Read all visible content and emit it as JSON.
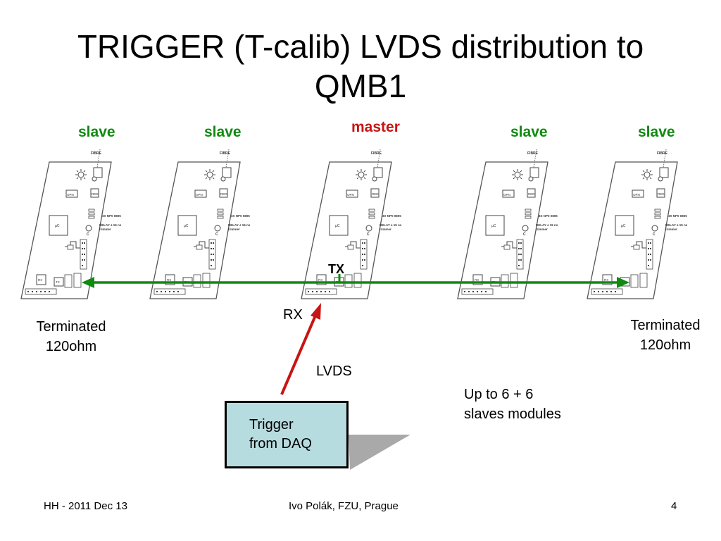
{
  "slide": {
    "title_line1": "TRIGGER (T-calib) LVDS distribution to",
    "title_line2": "QMB1"
  },
  "modules": [
    {
      "role": "slave",
      "color": "#108a10"
    },
    {
      "role": "slave",
      "color": "#108a10"
    },
    {
      "role": "master",
      "color": "#c81414"
    },
    {
      "role": "slave",
      "color": "#108a10"
    },
    {
      "role": "slave",
      "color": "#108a10"
    }
  ],
  "board_labels": {
    "fibre": "FIBRE",
    "opn": "OPN",
    "red": "RED",
    "npn": "3X NP0  0805",
    "delay": "DELAY ± 15 ns",
    "trimmer": "trimmer",
    "uc": "µC",
    "c": "C",
    "rx": "RX",
    "tx": "TX"
  },
  "labels": {
    "tx": "TX",
    "rx": "RX",
    "lvds": "LVDS",
    "terminated_left_1": "Terminated",
    "terminated_left_2": "120ohm",
    "terminated_right_1": "Terminated",
    "terminated_right_2": "120ohm",
    "slaves_note_1": "Up to 6 + 6",
    "slaves_note_2": "slaves modules",
    "trigger_1": "Trigger",
    "trigger_2": "from DAQ"
  },
  "colors": {
    "bus_line": "#108a10",
    "trigger_arrow": "#c81414",
    "trigger_box_fill": "#b7dce0",
    "shadow": "#a9a9a9"
  },
  "footer": {
    "left": "HH - 2011  Dec 13",
    "center": "Ivo Polák, FZU, Prague",
    "page": "4"
  }
}
